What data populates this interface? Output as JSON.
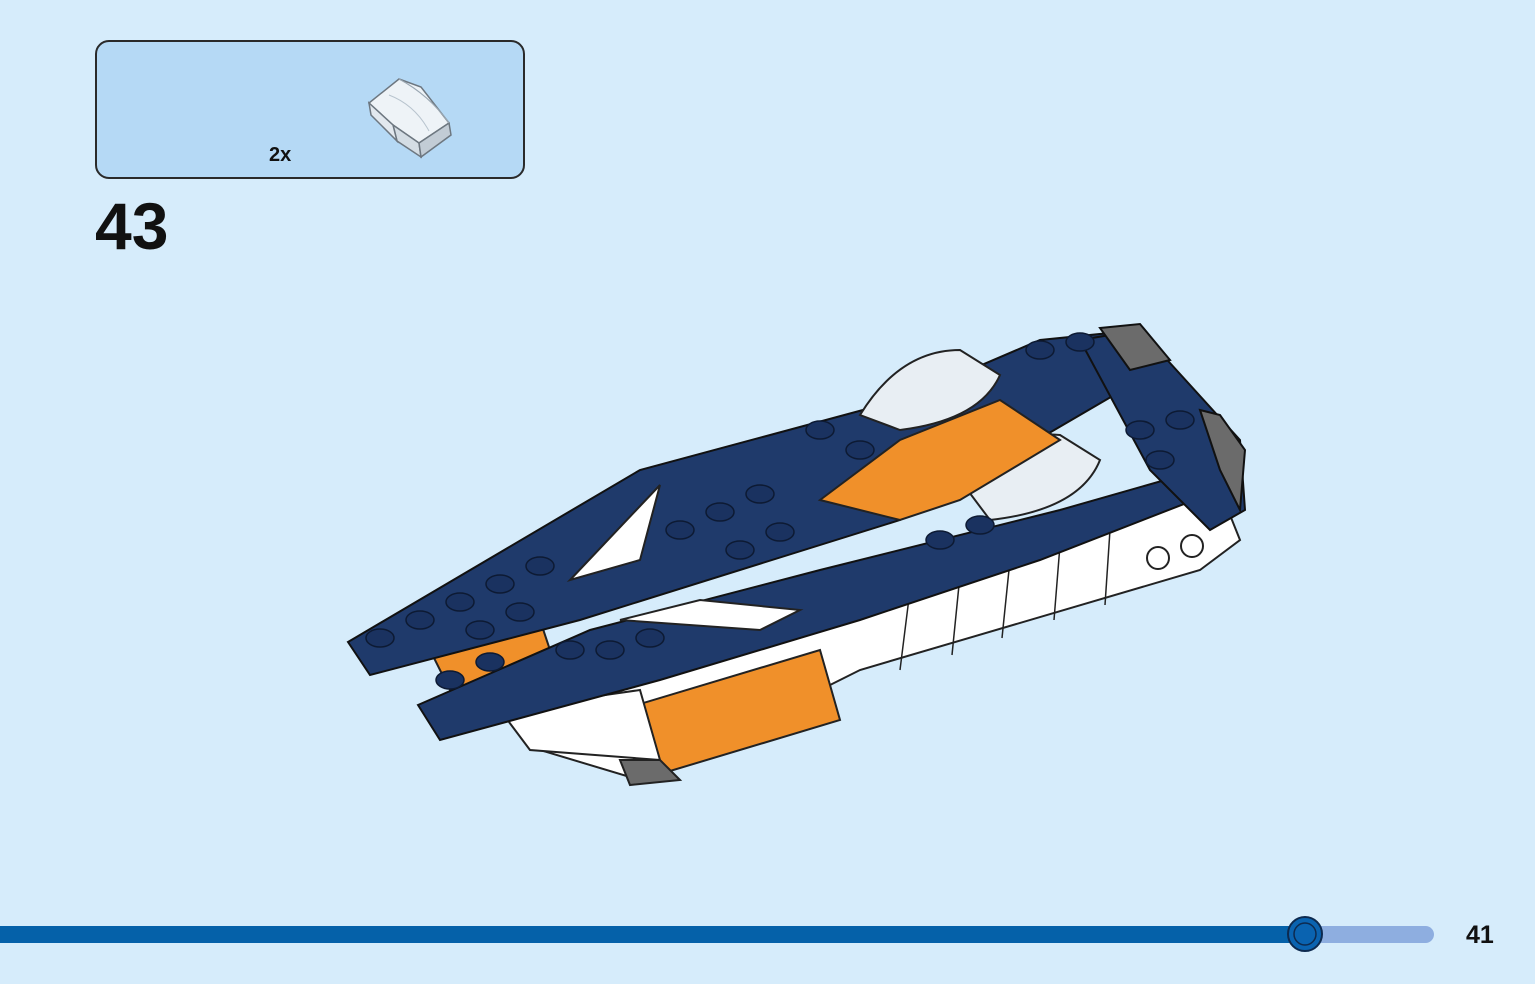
{
  "parts": {
    "items": [
      {
        "icon": "clear-curved-slope-piece-icon",
        "quantity": "2x"
      }
    ]
  },
  "step": {
    "number": "43"
  },
  "progress": {
    "fraction": 0.85,
    "colors": {
      "done": "#0561a9",
      "remaining": "#8eaee0"
    }
  },
  "page": {
    "number": "41"
  },
  "colors": {
    "background": "#d6ecfb",
    "parts_box": "#b5d9f5",
    "dark_blue": "#1f3a6b",
    "orange": "#f0902a",
    "white": "#ffffff",
    "gray": "#6b6b6b"
  }
}
